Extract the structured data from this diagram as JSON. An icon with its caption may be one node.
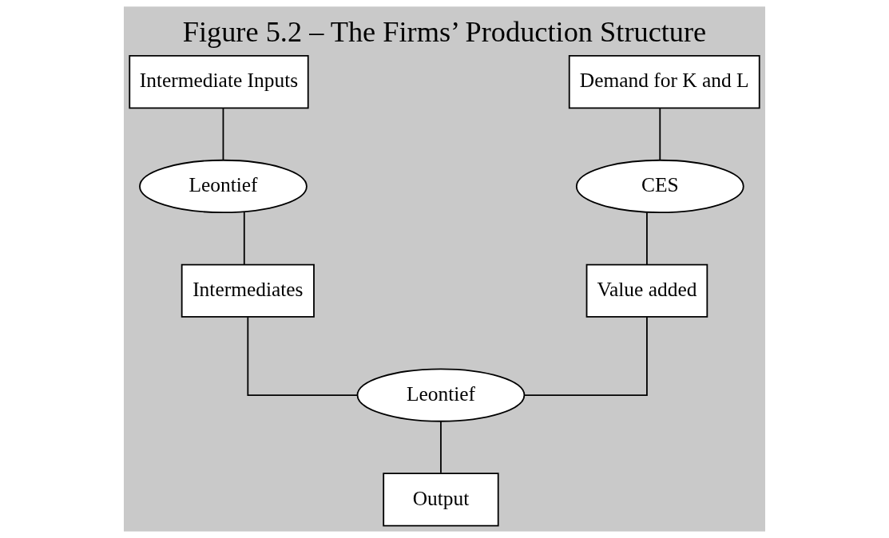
{
  "diagram": {
    "title": "Figure 5.2 – The Firms’ Production Structure",
    "nodes": [
      {
        "text": [
          "Intermediate Inputs"
        ]
      },
      {
        "text": [
          "Demand for K and L"
        ]
      },
      {
        "text": [
          "Leontief"
        ]
      },
      {
        "text": [
          "CES"
        ]
      },
      {
        "text": [
          "Intermediates"
        ]
      },
      {
        "text": [
          "Value added"
        ]
      },
      {
        "text": [
          "Leontief"
        ]
      },
      {
        "text": [
          "Output"
        ]
      }
    ],
    "edges": [
      {
        "from": 0,
        "to": 2,
        "arrow": "none"
      },
      {
        "from": 1,
        "to": 3,
        "arrow": "none"
      },
      {
        "from": 2,
        "to": 4,
        "arrow": "none"
      },
      {
        "from": 3,
        "to": 5,
        "arrow": "none"
      },
      {
        "from": 4,
        "to": 6,
        "arrow": "none"
      },
      {
        "from": 5,
        "to": 6,
        "arrow": "none"
      },
      {
        "from": 6,
        "to": 7,
        "arrow": "none"
      }
    ]
  }
}
